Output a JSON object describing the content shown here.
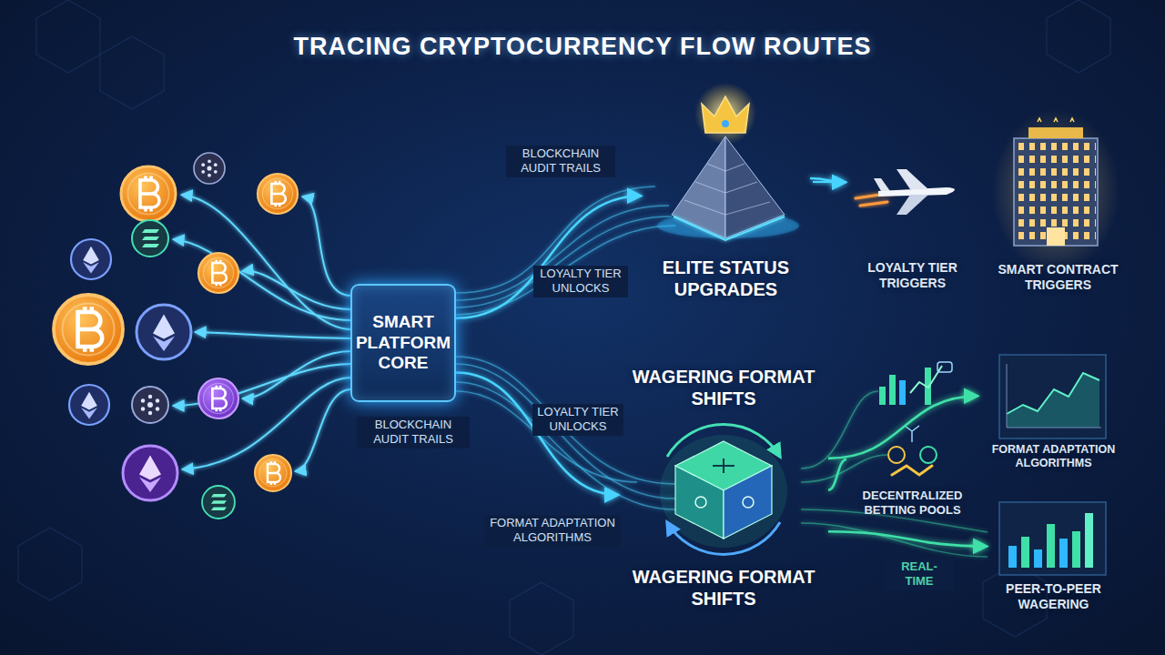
{
  "diagram": {
    "title": "TRACING CRYPTOCURRENCY FLOW ROUTES",
    "nodes": [
      {
        "text": [
          "SMART PLATFORM CORE"
        ]
      },
      {
        "text": [
          "ELITE STATUS UPGRADES"
        ]
      },
      {
        "text": [
          "LOYALTY TIER TRIGGERS"
        ]
      },
      {
        "text": [
          "SMART CONTRACT TRIGGERS"
        ]
      },
      {
        "text": [
          "WAGERING FORMAT SHIFTS",
          "WAGERING FORMAT SHIFTS"
        ]
      },
      {
        "text": [
          "FORMAT ADAPTATION ALGORITHMS"
        ]
      },
      {
        "text": [
          "DECENTRALIZED BETTING POOLS"
        ]
      },
      {
        "text": [
          "PEER-TO-PEER WAGERING"
        ]
      }
    ],
    "edges": [
      {
        "from": 0,
        "to": 1,
        "arrow": "to"
      },
      {
        "from": 0,
        "to": 4,
        "arrow": "to"
      },
      {
        "from": 1,
        "to": 2,
        "arrow": "to"
      },
      {
        "from": 4,
        "to": 5,
        "arrow": "to"
      },
      {
        "from": 4,
        "to": 6,
        "arrow": "none"
      },
      {
        "from": 4,
        "to": 7,
        "arrow": "to"
      }
    ],
    "labels": [
      "BLOCKCHAIN AUDIT TRAILS",
      "LOYALTY TIER UNLOCKS",
      "LOYALTY TIER UNLOCKS",
      "BLOCKCHAIN AUDIT TRAILS",
      "FORMAT ADAPTATION ALGORITHMS",
      "REAL-TIME"
    ]
  }
}
